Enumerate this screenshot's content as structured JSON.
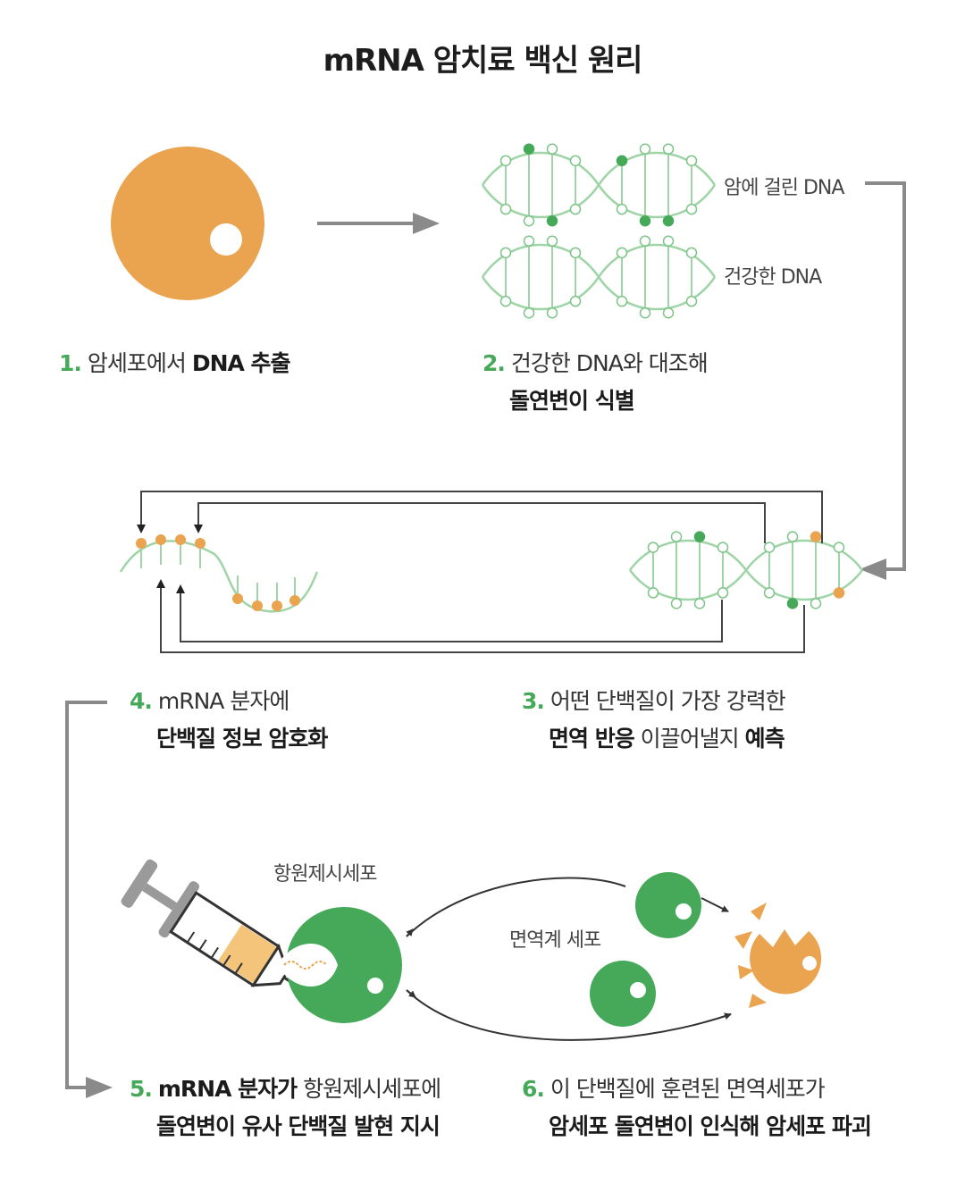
{
  "title": "mRNA 암치료 백신 원리",
  "colors": {
    "green": "#46a95a",
    "orange": "#eaa34e",
    "light_orange": "#f3c47a",
    "dna_stroke": "#9fd4a6",
    "arrow_gray": "#8a8a8a",
    "line_gray": "#555555"
  },
  "steps": {
    "s1": {
      "num": "1.",
      "text": "암세포에서 ",
      "bold": "DNA 추출"
    },
    "s2": {
      "num": "2.",
      "line1": "건강한 DNA와 대조해",
      "line2_bold": "돌연변이 식별"
    },
    "s3": {
      "num": "3.",
      "line1": "어떤 단백질이 가장 강력한",
      "line2_bold_a": "면역 반응",
      "line2_mid": " 이끌어낼지 ",
      "line2_bold_b": "예측"
    },
    "s4": {
      "num": "4.",
      "line1": "mRNA 분자에",
      "line2_bold": "단백질 정보 암호화"
    },
    "s5": {
      "num": "5.",
      "line1_bold": "mRNA 분자가",
      "line1_rest": " 항원제시세포에",
      "line2_bold": "돌연변이 유사 단백질 발현 지시"
    },
    "s6": {
      "num": "6.",
      "line1": "이 단백질에 훈련된 면역세포가",
      "line2_bold": "암세포 돌연변이 인식해 암세포 파괴"
    }
  },
  "labels": {
    "cancer_dna": "암에 걸린 DNA",
    "healthy_dna": "건강한 DNA",
    "apc": "항원제시세포",
    "immune_cells": "면역계 세포"
  },
  "icons": [
    "cancer-cell-icon",
    "dna-helix-icon",
    "mrna-strand-icon",
    "syringe-icon",
    "antigen-presenting-cell-icon",
    "immune-cell-icon",
    "destroyed-cancer-cell-icon"
  ]
}
